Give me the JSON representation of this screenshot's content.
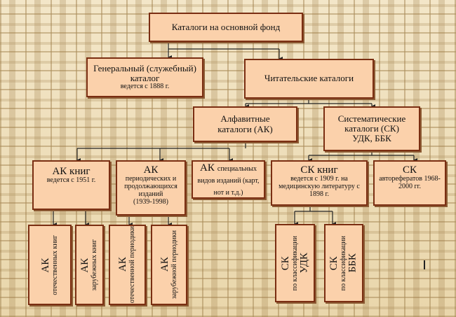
{
  "root": {
    "label": "Каталоги на основной фонд"
  },
  "general": {
    "label": "Генеральный (служебный) каталог",
    "note": "ведется с 1888 г."
  },
  "reader": {
    "label": "Читательские каталоги"
  },
  "alpha": {
    "label": "Алфавитные каталоги (АК)"
  },
  "system": {
    "label": "Систематические каталоги (СК)",
    "label2": "УДК, ББК"
  },
  "ak_books": {
    "title": "АК книг",
    "note": "ведется с 1951 г."
  },
  "ak_periodic": {
    "title": "АК",
    "note": "периодических и продолжающихся изданий",
    "note2": "(1939-1998)"
  },
  "ak_special": {
    "title": "АК",
    "note": "специальных видов изданий (карт, нот и т.д.)"
  },
  "sk_books": {
    "title": "СК книг",
    "note": "ведется с 1909 г. на медицинскую литературу с 1898 г."
  },
  "sk_abstracts": {
    "title": "СК",
    "note": "авторефератов 1968-2000 гг."
  },
  "v1": {
    "main": "АК",
    "sub": "отечественных книг"
  },
  "v2": {
    "main": "АК",
    "sub": "зарубежных книг"
  },
  "v3": {
    "main": "АК",
    "sub": "отечественной периодики"
  },
  "v4": {
    "main": "АК",
    "sub": "зарубежной периодики"
  },
  "v5": {
    "main": "СК",
    "sub": "по классификации",
    "sub2": "УДК"
  },
  "v6": {
    "main": "СК",
    "sub": "по классификации",
    "sub2": "ББК"
  },
  "colors": {
    "box_fill": "#fbd1ab",
    "box_border": "#7a2e12",
    "line": "#222222"
  }
}
